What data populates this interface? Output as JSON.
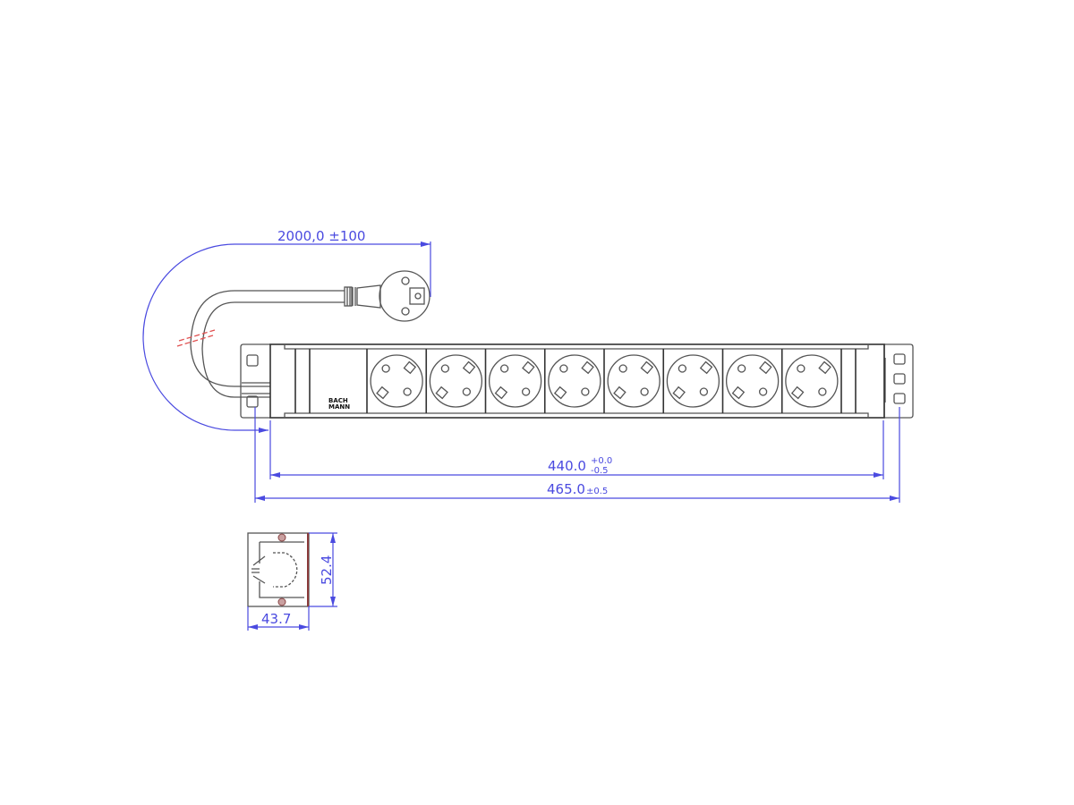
{
  "drawing": {
    "cable_length": "2000,0 ±100",
    "brand_logo_line1": "BACH",
    "brand_logo_line2": "MANN",
    "socket_count": 8,
    "inner_length": {
      "value": "440.0",
      "tol_plus": "+0.0",
      "tol_minus": "-0.5"
    },
    "overall_length": {
      "value": "465.0",
      "tol": "±0.5"
    },
    "side_height": "52.4",
    "side_depth": "43.7"
  },
  "colors": {
    "dimension": "#4a4ae0",
    "outline": "#555555",
    "break_mark": "#e05050"
  }
}
